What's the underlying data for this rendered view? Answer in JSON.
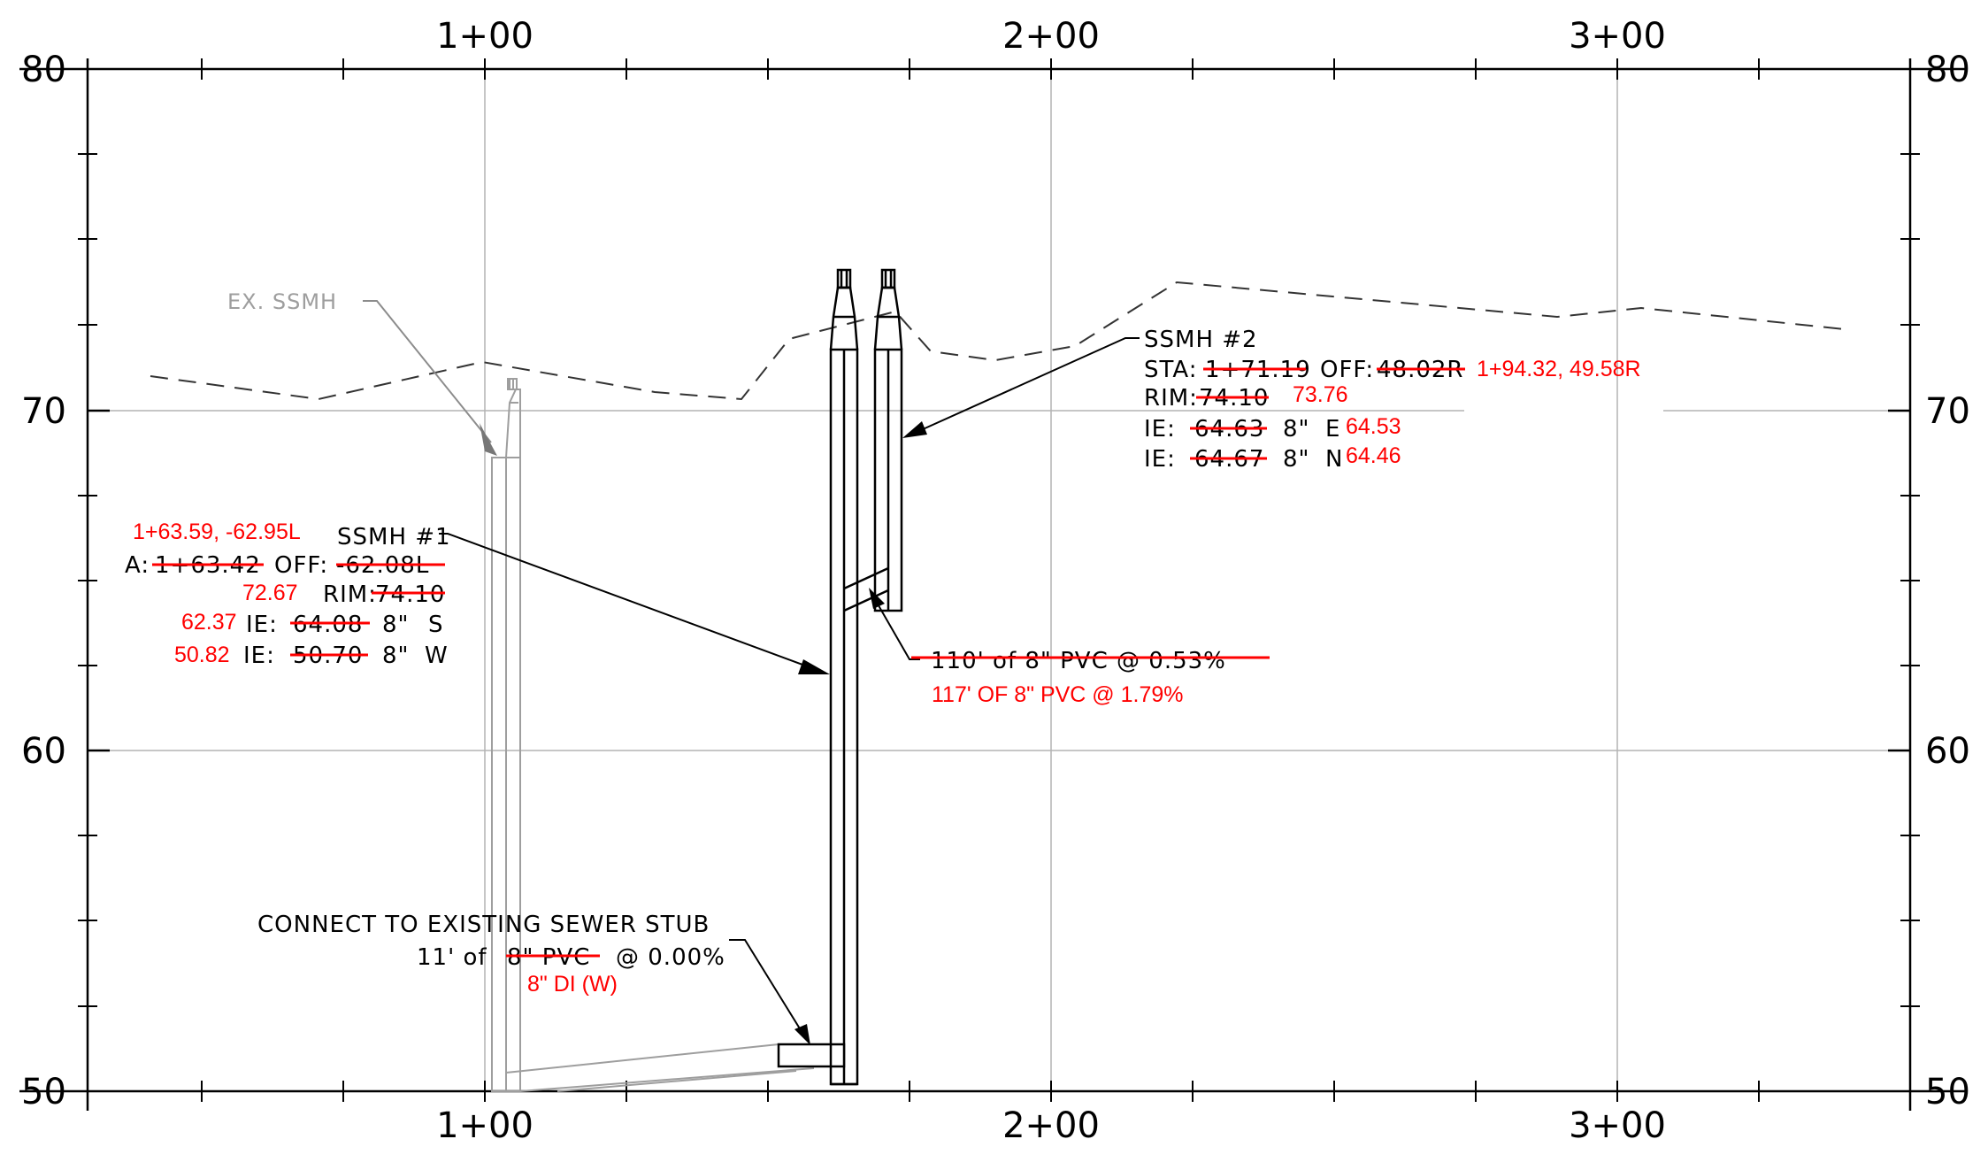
{
  "axes": {
    "top_stations": [
      "1+00",
      "2+00",
      "3+00"
    ],
    "bottom_stations": [
      "1+00",
      "2+00",
      "3+00"
    ],
    "left_elevations": [
      "80",
      "70",
      "60",
      "50"
    ],
    "right_elevations": [
      "80",
      "70",
      "60",
      "50"
    ]
  },
  "existing_mh": {
    "label": "EX. SSMH"
  },
  "ssmh1": {
    "name": "SSMH #1",
    "new_sta_off": "1+63.59, -62.95L",
    "sta_prefix": "A:",
    "old_sta": "1+63.42",
    "off_label": "OFF:",
    "old_off": "-62.08L",
    "new_rim": "72.67",
    "rim_label": "RIM:",
    "old_rim": "74.10",
    "ie1": {
      "new": "62.37",
      "label": "IE:",
      "old": "64.08",
      "pipe": "8\"",
      "dir": "S"
    },
    "ie2": {
      "new": "50.82",
      "label": "IE:",
      "old": "50.70",
      "pipe": "8\"",
      "dir": "W"
    }
  },
  "ssmh2": {
    "name": "SSMH #2",
    "sta_label": "STA:",
    "old_sta": "1+71.19",
    "off_label": "OFF:",
    "old_off": "48.02R",
    "new_sta_off": "1+94.32, 49.58R",
    "rim_label": "RIM:",
    "old_rim": "74.10",
    "new_rim": "73.76",
    "ie1": {
      "label": "IE:",
      "old": "64.63",
      "pipe": "8\"",
      "dir": "E",
      "new": "64.53"
    },
    "ie2": {
      "label": "IE:",
      "old": "64.67",
      "pipe": "8\"",
      "dir": "N",
      "new": "64.46"
    }
  },
  "pipe_note": {
    "old": "110' of 8\" PVC @ 0.53%",
    "new": "117' OF 8\" PVC @ 1.79%"
  },
  "connect_note": {
    "line1": "CONNECT TO EXISTING SEWER STUB",
    "line2_prefix": "11' of",
    "line2_old": "8\" PVC",
    "line2_suffix": "@ 0.00%",
    "line3_new": "8\" DI (W)"
  },
  "colors": {
    "ink": "#000000",
    "redline": "#ff0000",
    "grid": "#b4b4b4",
    "existing": "#9e9e9e"
  }
}
